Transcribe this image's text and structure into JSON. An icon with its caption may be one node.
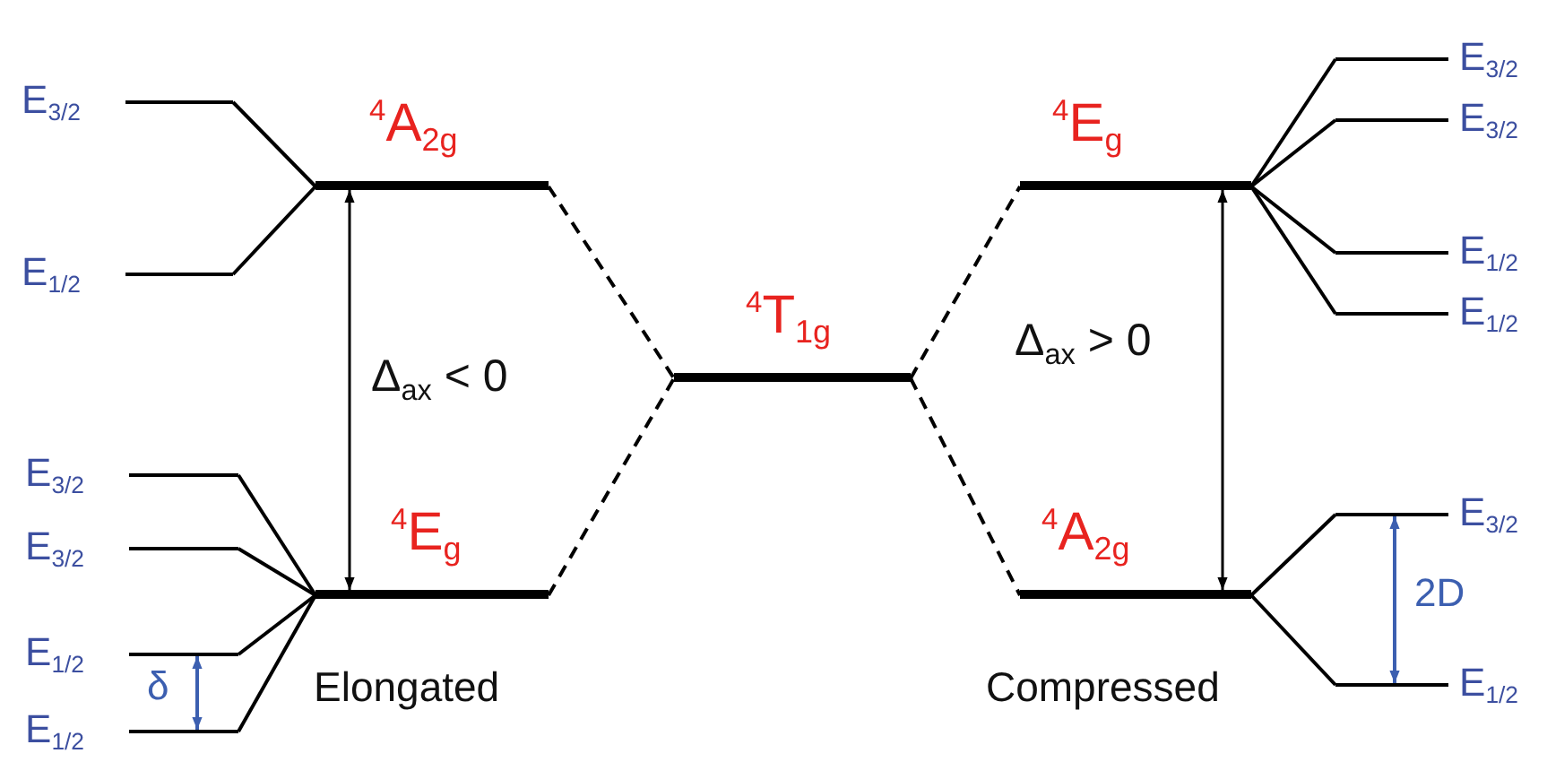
{
  "diagram": {
    "nodes": [
      {
        "text": [
          "$^{4}$A$_{2g}$"
        ]
      },
      {
        "text": [
          "E$_{3/2}$"
        ]
      },
      {
        "text": [
          "E$_{1/2}$"
        ]
      },
      {
        "text": [
          "$^{4}$T$_{1g}$"
        ]
      },
      {
        "text": [
          "$^{4}$E$_{g}$"
        ]
      },
      {
        "text": [
          "E$_{3/2}$"
        ]
      },
      {
        "text": [
          "E$_{3/2}$"
        ]
      },
      {
        "text": [
          "E$_{1/2}$"
        ]
      },
      {
        "text": [
          "E$_{1/2}$"
        ]
      },
      {
        "text": [
          "$^{4}$E$_{g}$"
        ]
      },
      {
        "text": [
          "E$_{3/2}$"
        ]
      },
      {
        "text": [
          "E$_{3/2}$"
        ]
      },
      {
        "text": [
          "E$_{1/2}$"
        ]
      },
      {
        "text": [
          "E$_{1/2}$"
        ]
      },
      {
        "text": [
          "$^{4}$A$_{2g}$"
        ]
      },
      {
        "text": [
          "E$_{3/2}$"
        ]
      },
      {
        "text": [
          "E$_{1/2}$"
        ]
      }
    ],
    "edges": [
      {
        "from": 0,
        "to": 1,
        "arrow": "none"
      },
      {
        "from": 0,
        "to": 2,
        "arrow": "none"
      },
      {
        "from": 0,
        "to": 3,
        "arrow": "none",
        "style": "dashed"
      },
      {
        "from": 3,
        "to": 4,
        "arrow": "none",
        "style": "dashed"
      },
      {
        "from": 4,
        "to": 5,
        "arrow": "none"
      },
      {
        "from": 4,
        "to": 6,
        "arrow": "none"
      },
      {
        "from": 4,
        "to": 7,
        "arrow": "none"
      },
      {
        "from": 4,
        "to": 8,
        "arrow": "none"
      },
      {
        "from": 9,
        "to": 3,
        "arrow": "none",
        "style": "dashed"
      },
      {
        "from": 9,
        "to": 10,
        "arrow": "none"
      },
      {
        "from": 9,
        "to": 11,
        "arrow": "none"
      },
      {
        "from": 9,
        "to": 12,
        "arrow": "none"
      },
      {
        "from": 9,
        "to": 13,
        "arrow": "none"
      },
      {
        "from": 3,
        "to": 14,
        "arrow": "none",
        "style": "dashed"
      },
      {
        "from": 14,
        "to": 15,
        "arrow": "none"
      },
      {
        "from": 14,
        "to": 16,
        "arrow": "none"
      },
      {
        "from": 0,
        "to": 9,
        "arrow": "both",
        "label": "Δ$_{ax}$ < 0"
      },
      {
        "from": 4,
        "to": 14,
        "arrow": "both",
        "label": "Δ$_{ax}$ > 0"
      },
      {
        "from": 12,
        "to": 13,
        "arrow": "both",
        "label": "δ",
        "color": "#3c5fb0"
      },
      {
        "from": 15,
        "to": 16,
        "arrow": "both",
        "label": "2D",
        "color": "#3c5fb0"
      }
    ],
    "labels": [
      "Elongated",
      "Compressed"
    ]
  }
}
